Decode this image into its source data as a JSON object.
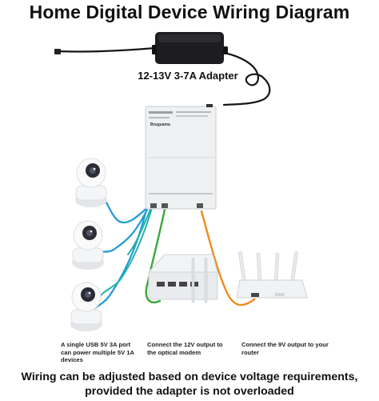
{
  "title": "Home Digital Device Wiring Diagram",
  "adapter_label": "12-13V 3-7A Adapter",
  "hub_brand": "Bruguama",
  "captions": {
    "cameras": "A single USB 5V 3A port can power multiple 5V 1A devices",
    "modem": "Connect the 12V output to the optical modem",
    "router": "Connect the 9V output to your router"
  },
  "footer": {
    "line1": "Wiring can be adjusted based on device voltage requirements,",
    "line2": "provided the adapter is not overloaded"
  },
  "colors": {
    "usb_cable": "#1f9ad6",
    "modem_cable": "#3aa83a",
    "router_cable": "#f08a1c",
    "power_cable": "#151515",
    "hub_body": "#eef0f2"
  }
}
